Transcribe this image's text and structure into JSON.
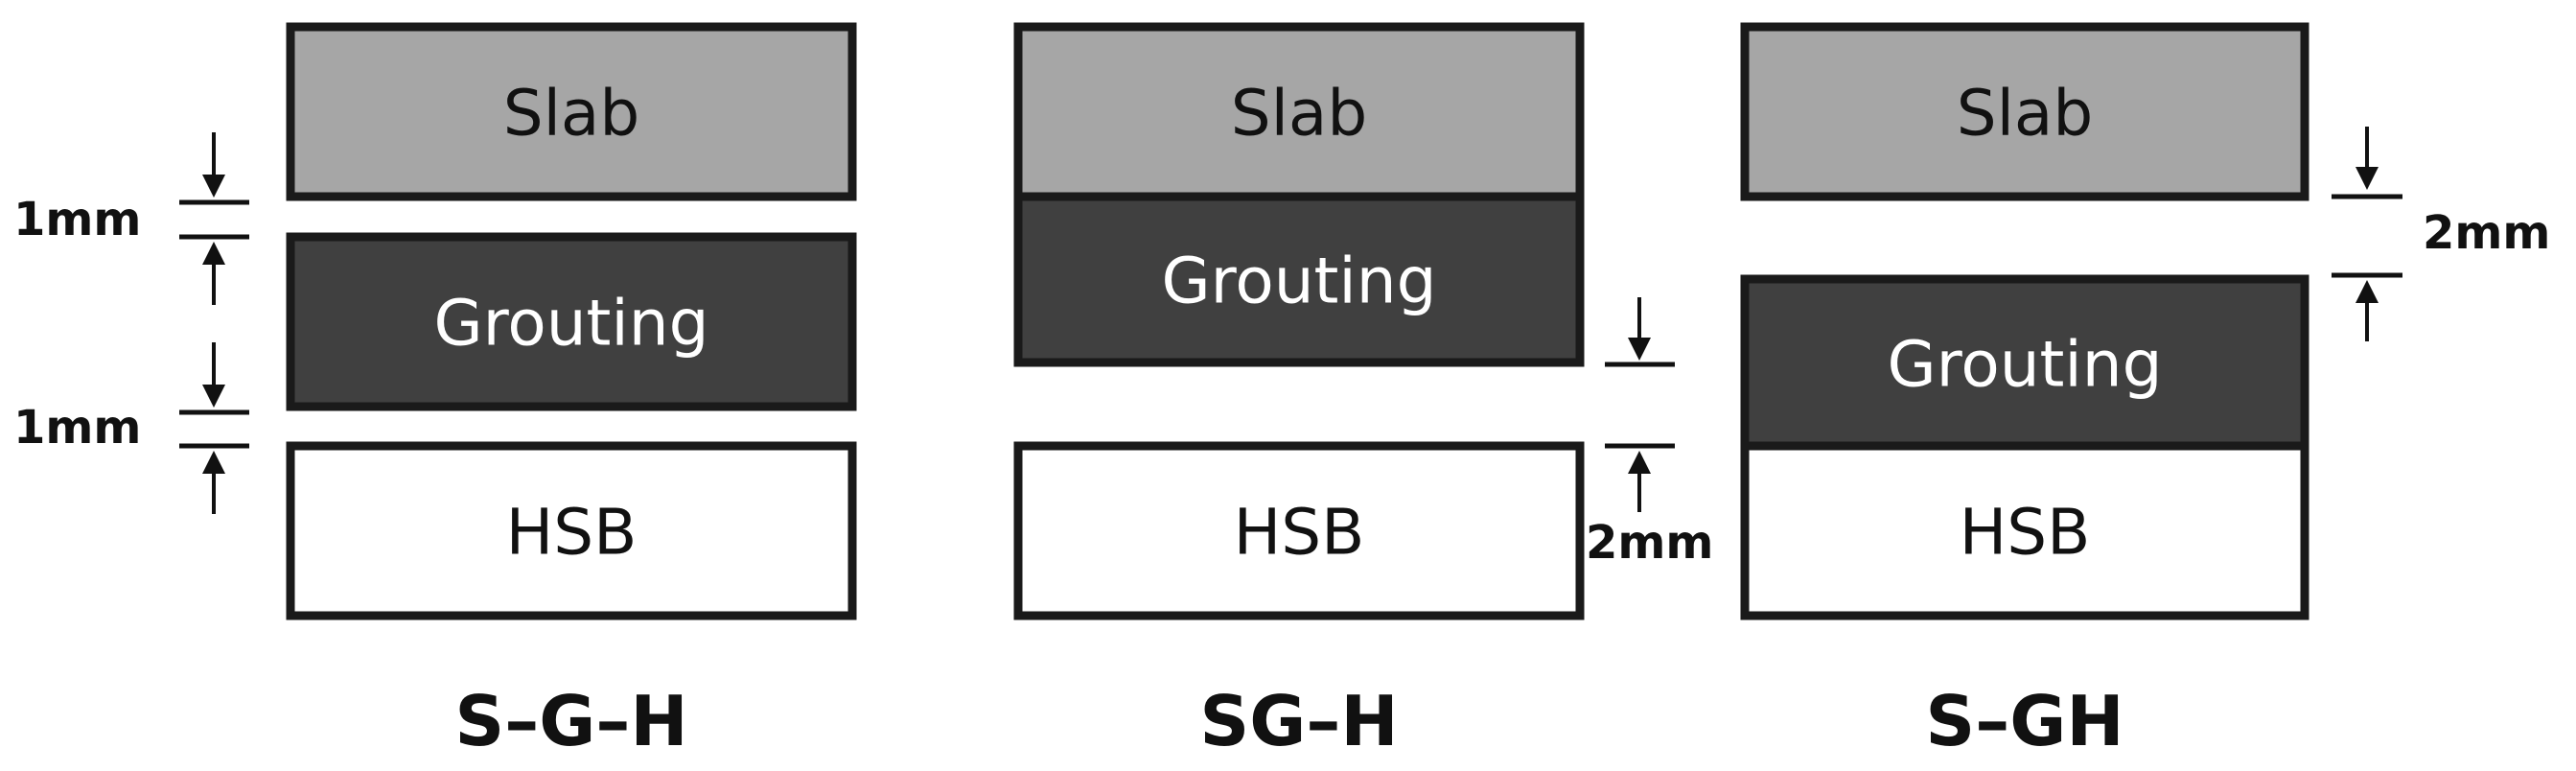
{
  "colors": {
    "slab_fill": "#a6a6a6",
    "grouting_fill": "#404040",
    "hsb_fill": "#ffffff",
    "outline": "#1a1a1a",
    "dark_text": "#111111",
    "light_text": "#ffffff"
  },
  "layers": {
    "slab": "Slab",
    "grouting": "Grouting",
    "hsb": "HSB"
  },
  "cases": [
    {
      "title": "S–G–H",
      "gaps": [
        "1mm",
        "1mm"
      ]
    },
    {
      "title": "SG–H",
      "gaps": [
        "2mm"
      ]
    },
    {
      "title": "S–GH",
      "gaps": [
        "2mm"
      ]
    }
  ]
}
